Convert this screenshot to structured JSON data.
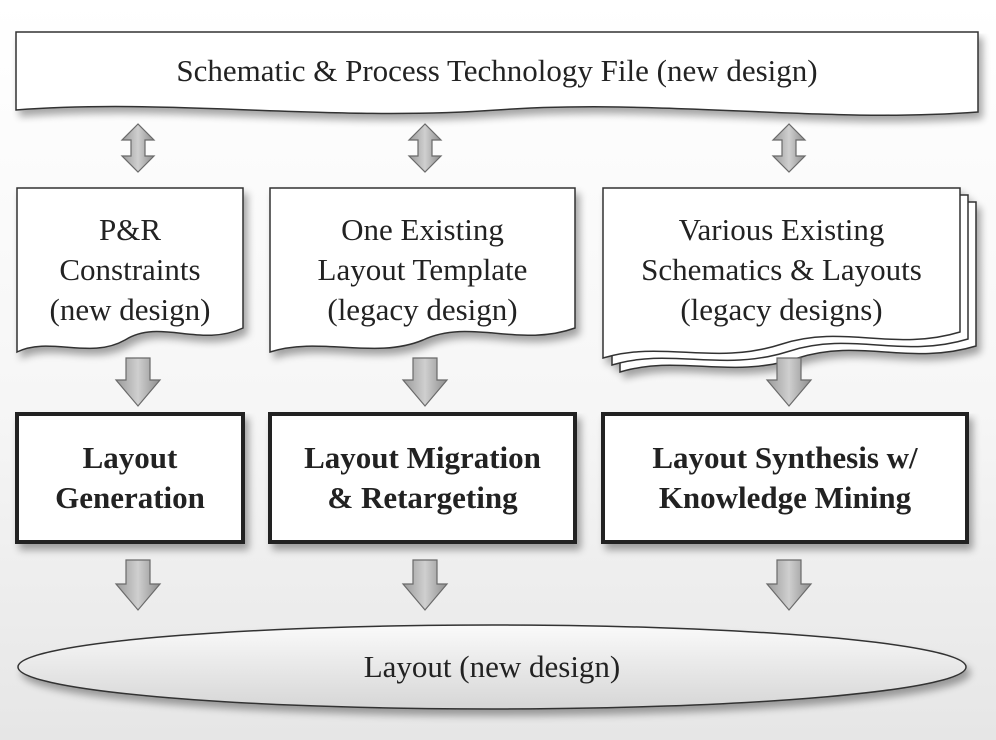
{
  "diagram": {
    "top_box": "Schematic & Process Technology File (new design)",
    "inputs": [
      "P&R\nConstraints\n(new design)",
      "One Existing\nLayout Template\n(legacy design)",
      "Various Existing\nSchematics & Layouts\n(legacy designs)"
    ],
    "processes": [
      "Layout\nGeneration",
      "Layout Migration\n& Retargeting",
      "Layout Synthesis w/\nKnowledge Mining"
    ],
    "output": "Layout (new design)"
  }
}
